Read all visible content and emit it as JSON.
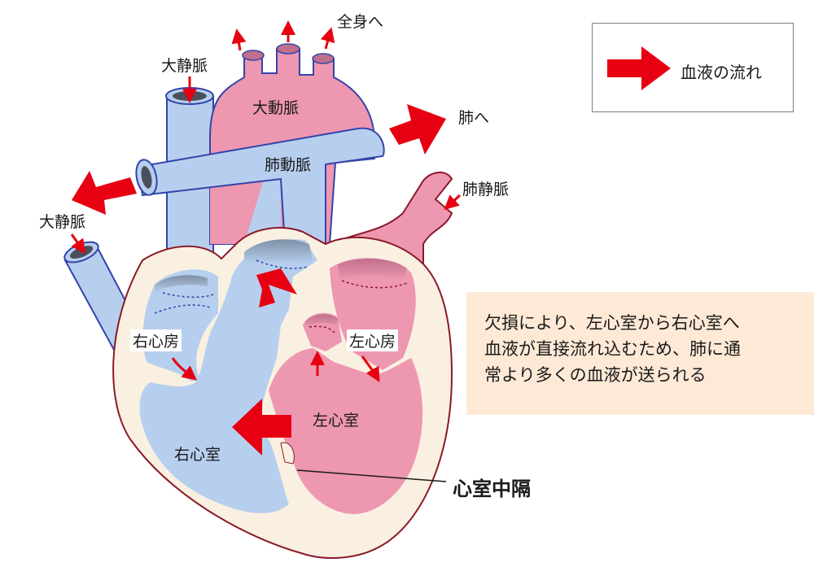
{
  "labels": {
    "whole_body": "全身へ",
    "sup_vena_cava": "大静脈",
    "aorta": "大動脈",
    "to_lung": "肺へ",
    "pulm_artery": "肺動脈",
    "pulm_vein": "肺静脈",
    "inf_vena_cava": "大静脈",
    "right_atrium": "右心房",
    "left_atrium": "左心房",
    "left_ventricle": "左心室",
    "right_ventricle": "右心室",
    "septum": "心室中隔"
  },
  "legend": {
    "label": "血液の流れ"
  },
  "note": {
    "lines": [
      "欠損により、左心室から右心室へ",
      "血液が直接流れ込むため、肺に通",
      "常より多くの血液が送られる"
    ]
  },
  "colors": {
    "arterial": "#ee97b0",
    "venous": "#b7cfee",
    "muscle": "#faf0e1",
    "outline": "#8b1a2a",
    "flow_arrow": "#e60012",
    "note_bg": "#fde9d6"
  }
}
